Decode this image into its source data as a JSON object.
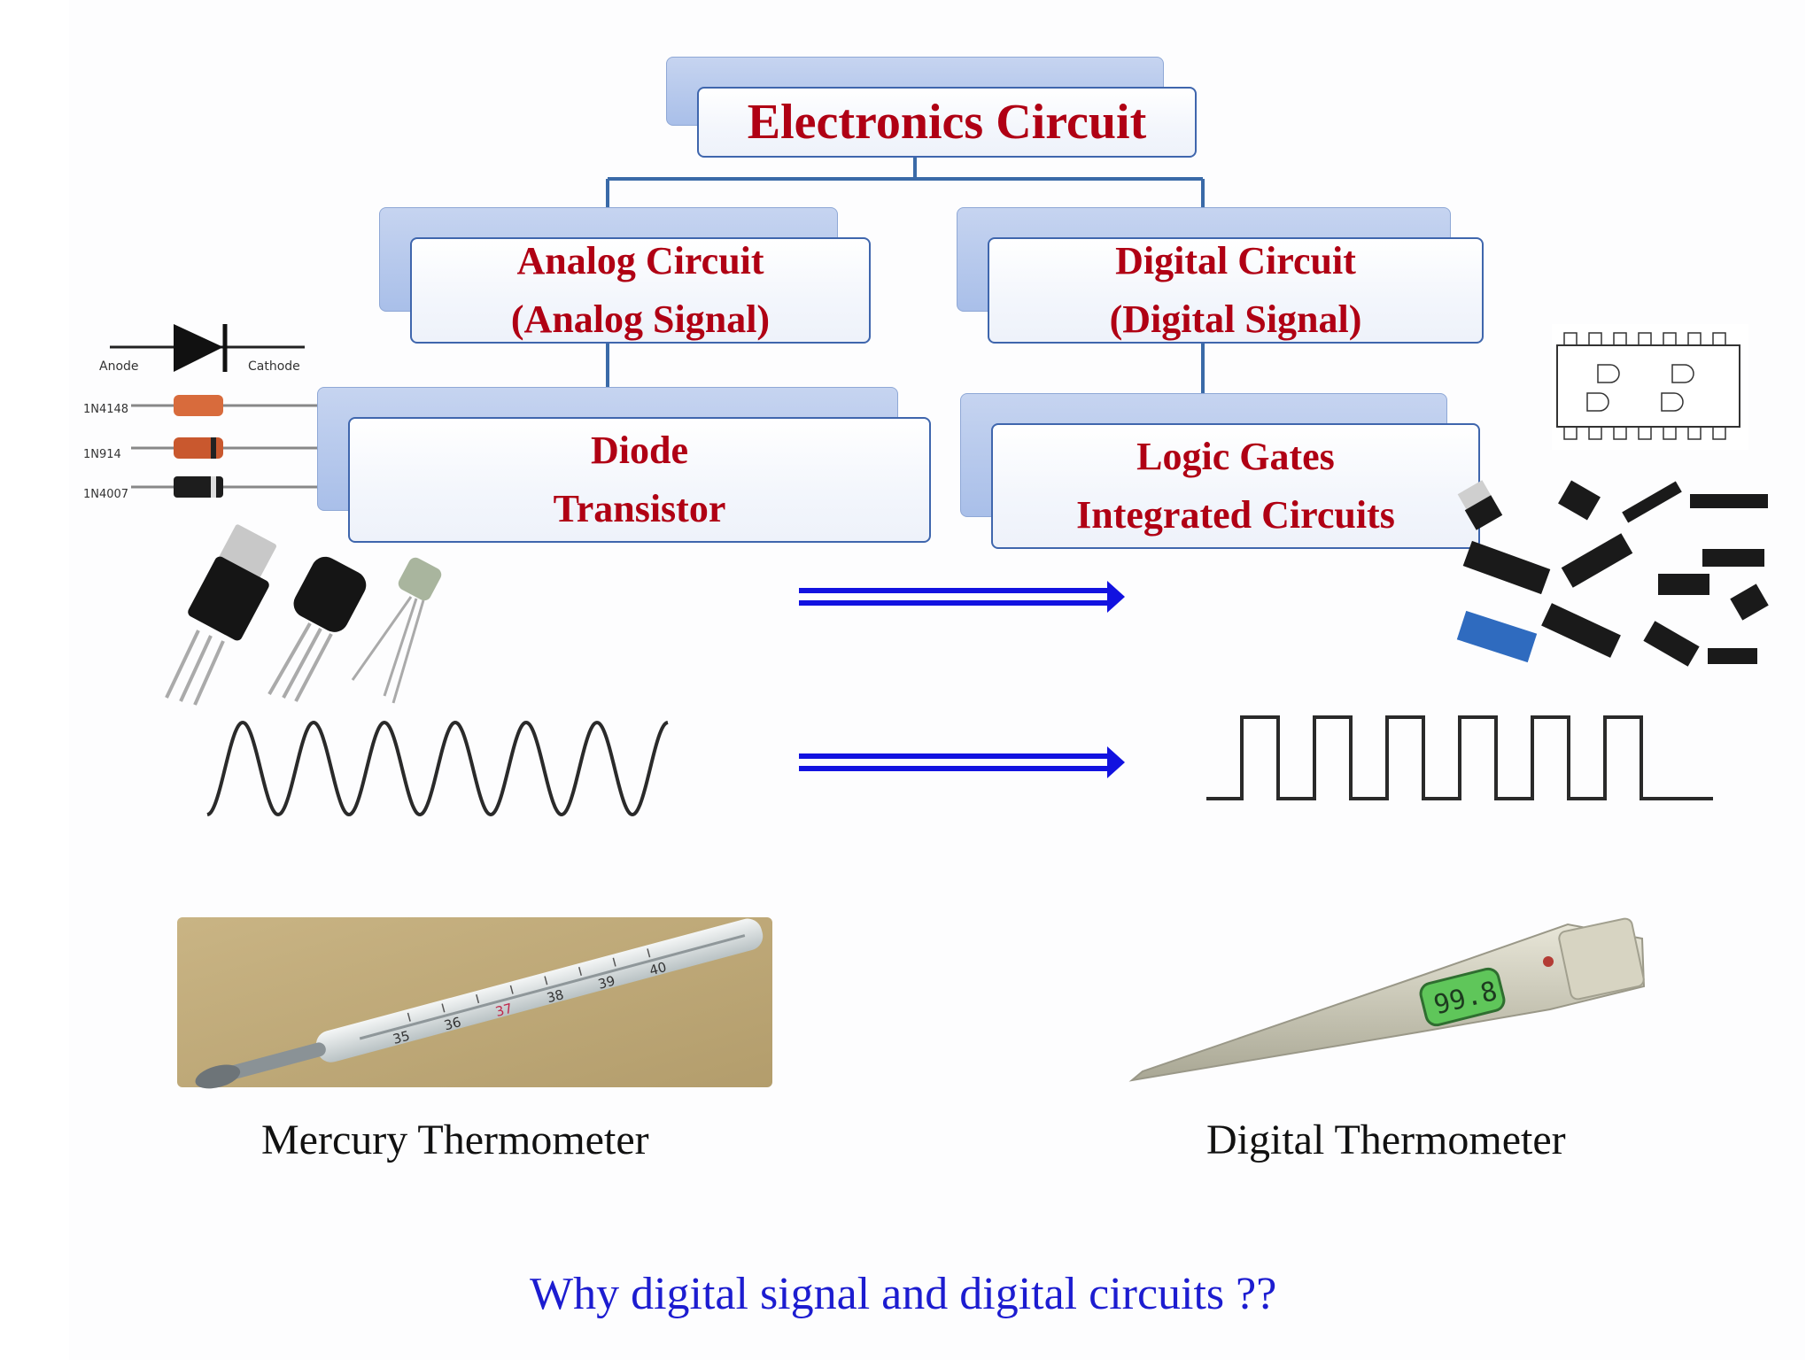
{
  "hierarchy": {
    "root": "Electronics Circuit",
    "analog": {
      "title": "Analog Circuit",
      "subtitle": "(Analog Signal)",
      "items": [
        "Diode",
        "Transistor"
      ]
    },
    "digital": {
      "title": "Digital Circuit",
      "subtitle": "(Digital Signal)",
      "items": [
        "Logic Gates",
        "Integrated Circuits"
      ]
    }
  },
  "diode_figure": {
    "anode": "Anode",
    "cathode": "Cathode",
    "parts": [
      "1N4148",
      "1N914",
      "1N4007"
    ]
  },
  "thermometers": {
    "analog_caption": "Mercury Thermometer",
    "digital_caption": "Digital Thermometer",
    "digital_reading": "99.8",
    "scale_marks": [
      "35",
      "36",
      "37",
      "38",
      "39",
      "40"
    ]
  },
  "footer_question": "Why digital signal and digital circuits ??",
  "colors": {
    "title_red": "#b00014",
    "box_border": "#3f66ad",
    "arrow_blue": "#1212e0",
    "question_blue": "#1c1cd0",
    "connector": "#3a6aa8"
  }
}
